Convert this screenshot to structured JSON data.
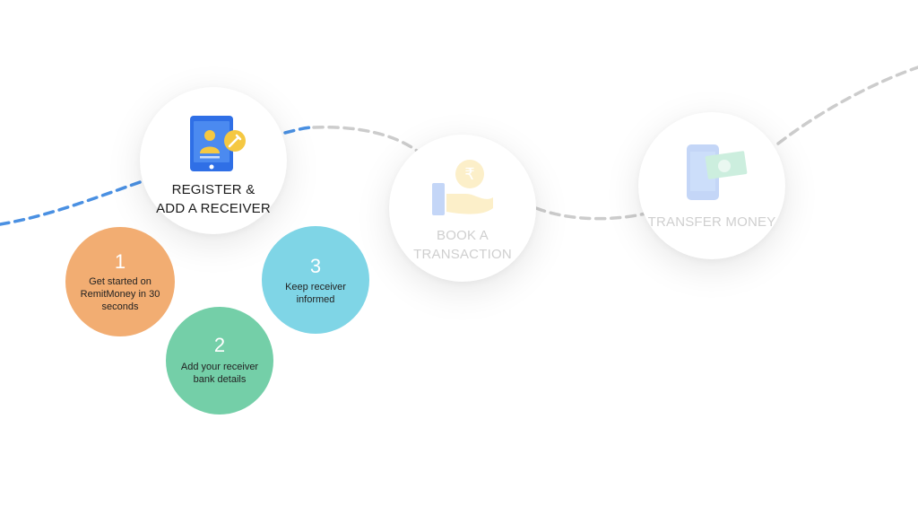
{
  "steps": [
    {
      "title": "REGISTER &\nADD A RECEIVER",
      "state": "active",
      "icon": "tablet-user-icon"
    },
    {
      "title": "BOOK A\nTRANSACTION",
      "state": "inactive",
      "icon": "rupee-hand-icon"
    },
    {
      "title": "TRANSFER MONEY",
      "state": "inactive",
      "icon": "phone-money-icon"
    }
  ],
  "substeps": [
    {
      "number": "1",
      "text": "Get started on RemitMoney in 30 seconds",
      "color": "#f2ad72"
    },
    {
      "number": "2",
      "text": "Add your receiver bank details",
      "color": "#74cfa8"
    },
    {
      "number": "3",
      "text": "Keep receiver informed",
      "color": "#7fd5e6"
    }
  ],
  "colors": {
    "path_active": "#4a90e2",
    "path_inactive": "#cccccc",
    "icon_blue": "#2f6fe6",
    "icon_gold": "#f5c842"
  }
}
